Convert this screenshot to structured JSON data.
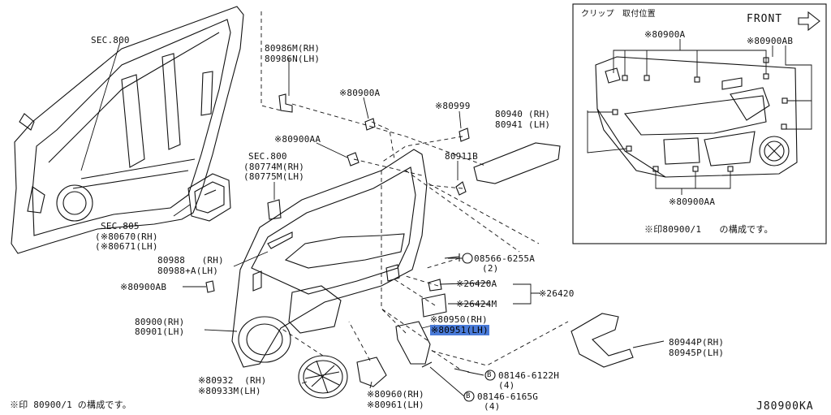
{
  "inset": {
    "title": "クリップ　取付位置",
    "front": "FRONT",
    "clip_a": "※80900A",
    "clip_ab": "※80900AB",
    "clip_aa": "※80900AA",
    "footnote": "※印80900/1　　の構成です。"
  },
  "labels": {
    "sec800_top": "SEC.800",
    "p80986": "80986M(RH)",
    "p80986n": "80986N(LH)",
    "p80900a": "※80900A",
    "p80999": "※80999",
    "p80940": "80940 (RH)",
    "p80941": "80941 (LH)",
    "p80900aa": "※80900AA",
    "p80911b": "80911B",
    "sec800_mid": "SEC.800",
    "p80774": "(80774M(RH)",
    "p80775": "(80775M(LH)",
    "sec805": "SEC.805",
    "p80670": "(※80670(RH)",
    "p80671": "(※80671(LH)",
    "p80988": "80988   (RH)",
    "p80988a": "80988+A(LH)",
    "p08566": "08566-6255A",
    "p08566q": "(2)",
    "p80900ab": "※80900AB",
    "p26420a": "※26420A",
    "p26420": "※26420",
    "p26424m": "※26424M",
    "p80900": "80900(RH)",
    "p80901": "80901(LH)",
    "p80950": "※80950(RH)",
    "p80951": "※80951(LH)",
    "p80944": "80944P(RH)",
    "p80945": "80945P(LH)",
    "p80932": "※80932  (RH)",
    "p80933": "※80933M(LH)",
    "p08146a_mark": "B",
    "p08146a": "08146-6122H",
    "p08146a_q": "(4)",
    "p80960": "※80960(RH)",
    "p80961": "※80961(LH)",
    "p08146b_mark": "B",
    "p08146b": "08146-6165G",
    "p08146b_q": "(4)",
    "footnote": "※印 80900/1 の構成です。",
    "code": "J80900KA"
  },
  "colors": {
    "highlight": "#4a7bd8",
    "ink": "#111111"
  }
}
